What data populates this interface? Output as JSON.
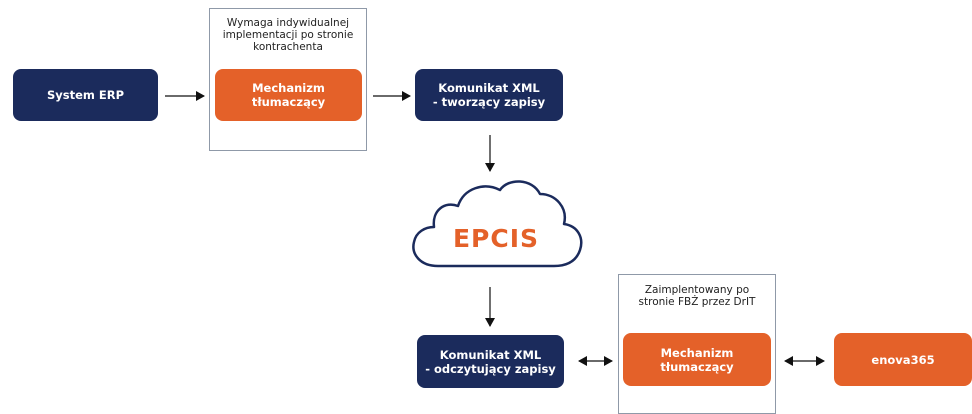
{
  "colors": {
    "navy": "#1b2b5c",
    "orange": "#e46129",
    "frame_border": "#8f99a8",
    "arrow": "#111111"
  },
  "top": {
    "erp_box": "System ERP",
    "frame_note": "Wymaga indywidualnej\nimplementacji po stronie\nkontrachenta",
    "translator": "Mechanizm\ntłumaczący",
    "xml_box": "Komunikat XML\n- tworzący zapisy"
  },
  "cloud": {
    "label": "EPCIS"
  },
  "bottom": {
    "xml_box": "Komunikat XML\n- odczytujący zapisy",
    "frame_note": "Zaimplentowany po\nstronie FBŻ przez DrIT",
    "translator": "Mechanizm\ntłumaczący",
    "enova_box": "enova365"
  }
}
